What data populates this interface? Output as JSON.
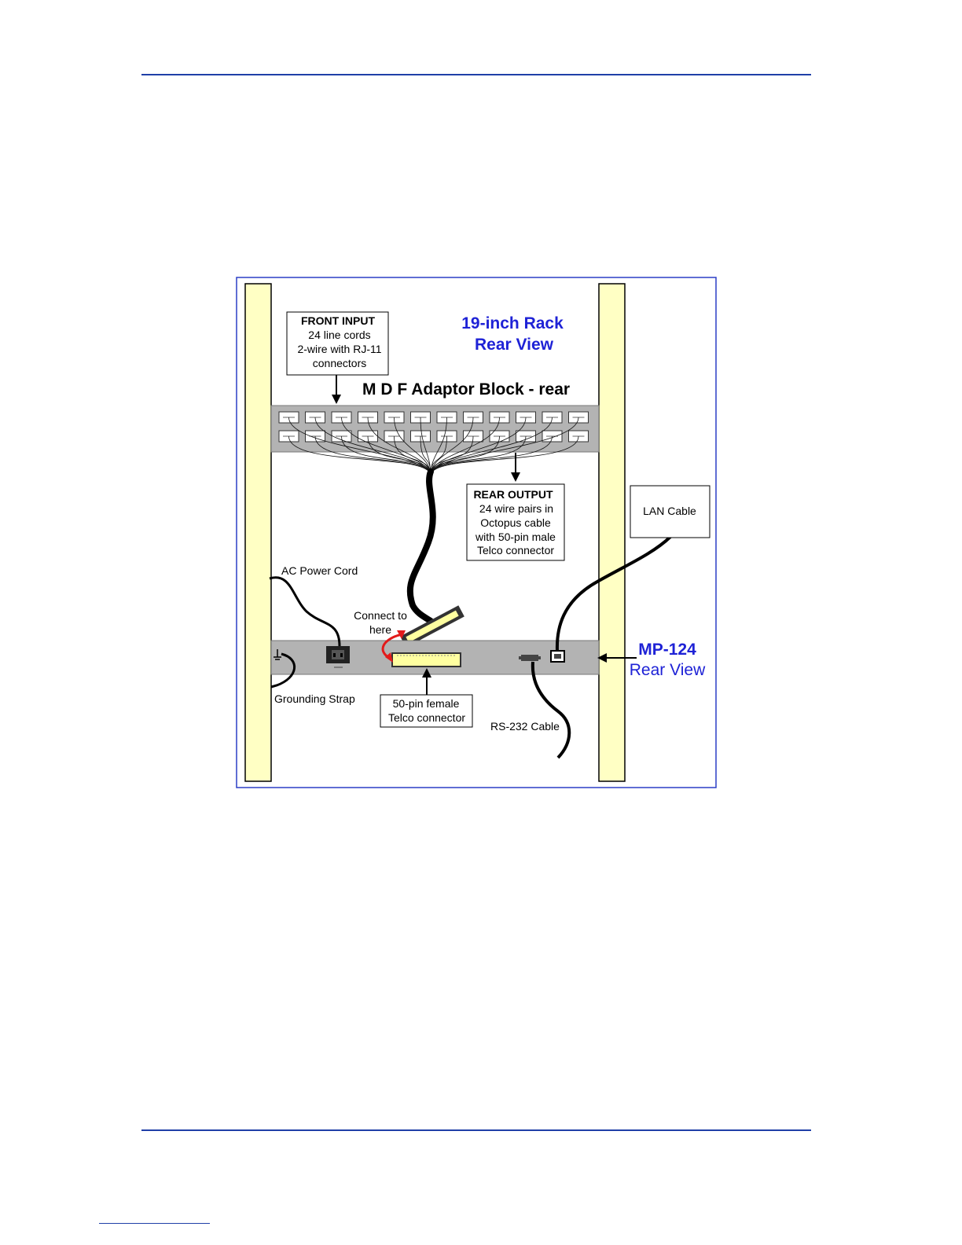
{
  "page": {
    "rule_color": "#1f3fa8"
  },
  "diagram": {
    "rack_title_line1": "19-inch Rack",
    "rack_title_line2": "Rear View",
    "mdf_block_title": "M D F Adaptor Block - rear",
    "front_input": {
      "title": "FRONT INPUT",
      "line1": "24 line cords",
      "line2": "2-wire with RJ-11",
      "line3": "connectors"
    },
    "rear_output": {
      "title": "REAR OUTPUT",
      "line1": "24 wire pairs in",
      "line2": "Octopus cable",
      "line3": "with 50-pin male",
      "line4": "Telco connector"
    },
    "lan_cable": "LAN Cable",
    "ac_power_cord": "AC Power Cord",
    "connect_to_line1": "Connect to",
    "connect_to_line2": "here",
    "device_name": "MP-124",
    "device_view": "Rear View",
    "grounding_strap": "Grounding Strap",
    "telco_female_line1": "50-pin female",
    "telco_female_line2": "Telco connector",
    "rs232_cable": "RS-232 Cable",
    "colors": {
      "rail": "#ffffc4",
      "block": "#b3b3b3",
      "blue_text": "#1e22d6",
      "arrow_red": "#e21b1b"
    }
  }
}
